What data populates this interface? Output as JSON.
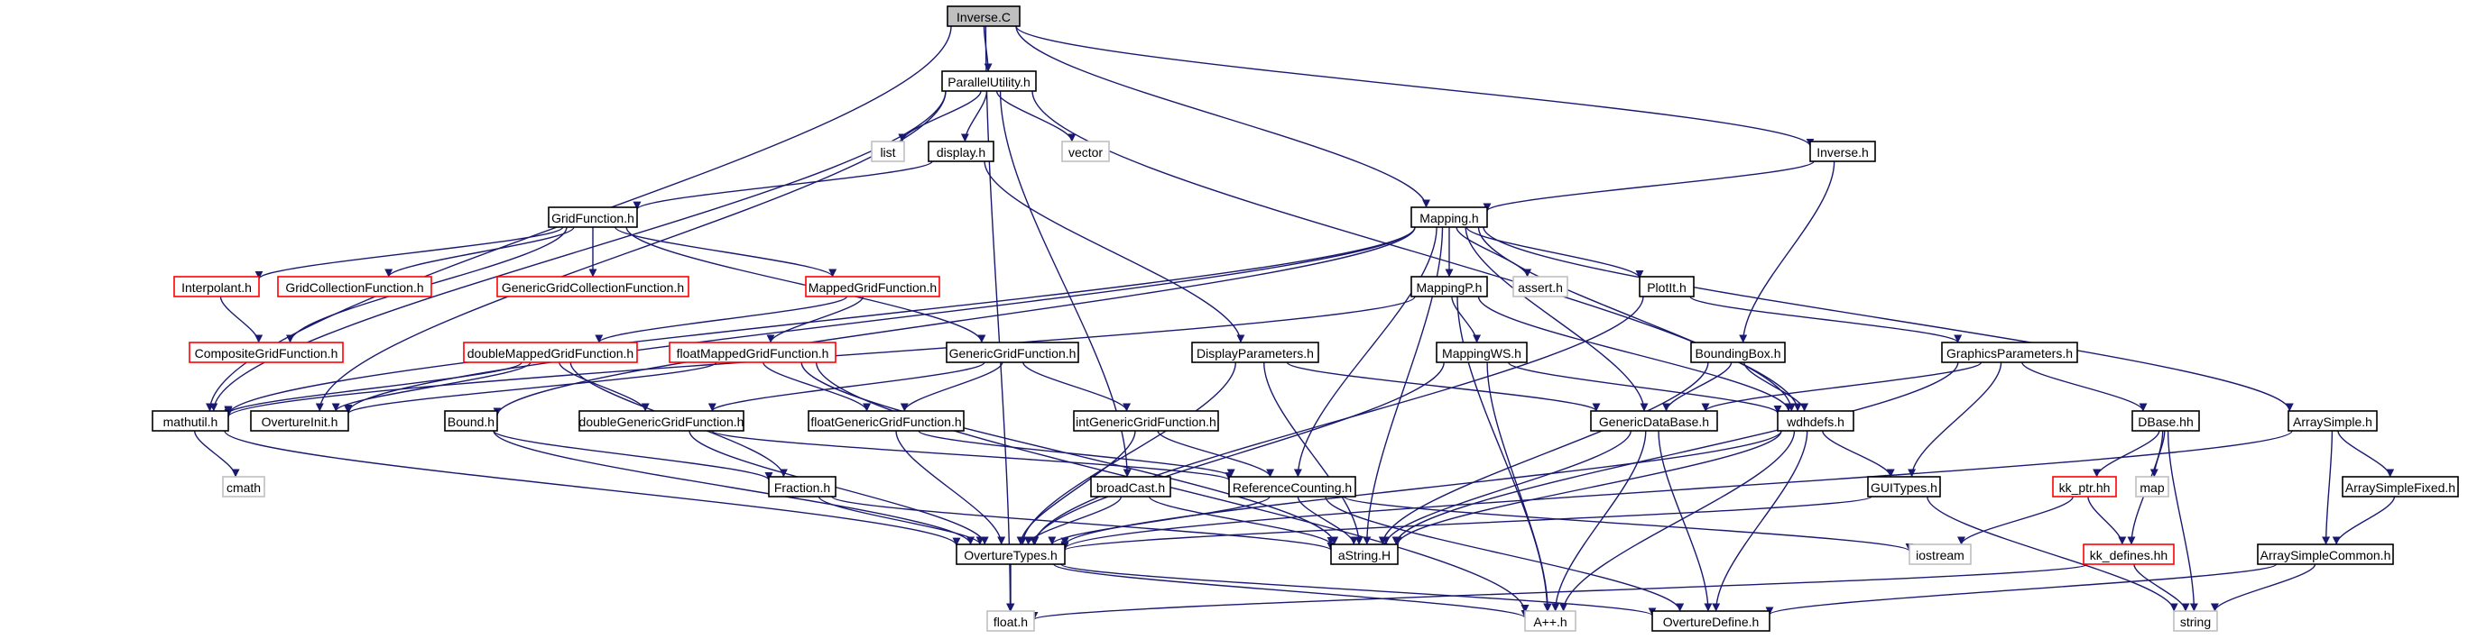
{
  "colors": {
    "edge": "#191970",
    "border_normal": "#000000",
    "border_truncated": "#ff0000",
    "border_system": "#bfbfbf",
    "root_fill": "#bfbfbf",
    "node_fill": "#ffffff"
  },
  "nodes": [
    {
      "id": "inverse_c",
      "label": "Inverse.C",
      "kind": "root"
    },
    {
      "id": "parallelutility_h",
      "label": "ParallelUtility.h",
      "kind": "normal"
    },
    {
      "id": "list",
      "label": "list",
      "kind": "system"
    },
    {
      "id": "display_h",
      "label": "display.h",
      "kind": "normal"
    },
    {
      "id": "vector",
      "label": "vector",
      "kind": "system"
    },
    {
      "id": "inverse_h",
      "label": "Inverse.h",
      "kind": "normal"
    },
    {
      "id": "gridfunction_h",
      "label": "GridFunction.h",
      "kind": "normal"
    },
    {
      "id": "mapping_h",
      "label": "Mapping.h",
      "kind": "normal"
    },
    {
      "id": "interpolant_h",
      "label": "Interpolant.h",
      "kind": "truncated"
    },
    {
      "id": "gridcollectionfunction_h",
      "label": "GridCollectionFunction.h",
      "kind": "truncated"
    },
    {
      "id": "genericgridcollectionfunction_h",
      "label": "GenericGridCollectionFunction.h",
      "kind": "truncated"
    },
    {
      "id": "mappedgridfunction_h",
      "label": "MappedGridFunction.h",
      "kind": "truncated"
    },
    {
      "id": "mappingp_h",
      "label": "MappingP.h",
      "kind": "normal"
    },
    {
      "id": "assert_h",
      "label": "assert.h",
      "kind": "system"
    },
    {
      "id": "plotit_h",
      "label": "PlotIt.h",
      "kind": "normal"
    },
    {
      "id": "compositegridfunction_h",
      "label": "CompositeGridFunction.h",
      "kind": "truncated"
    },
    {
      "id": "doublemappedgridfunction_h",
      "label": "doubleMappedGridFunction.h",
      "kind": "truncated"
    },
    {
      "id": "floatmappedgridfunction_h",
      "label": "floatMappedGridFunction.h",
      "kind": "truncated"
    },
    {
      "id": "genericgridfunction_h",
      "label": "GenericGridFunction.h",
      "kind": "normal"
    },
    {
      "id": "displayparameters_h",
      "label": "DisplayParameters.h",
      "kind": "normal"
    },
    {
      "id": "mappingws_h",
      "label": "MappingWS.h",
      "kind": "normal"
    },
    {
      "id": "boundingbox_h",
      "label": "BoundingBox.h",
      "kind": "normal"
    },
    {
      "id": "graphicsparameters_h",
      "label": "GraphicsParameters.h",
      "kind": "normal"
    },
    {
      "id": "mathutil_h",
      "label": "mathutil.h",
      "kind": "normal"
    },
    {
      "id": "overtureinit_h",
      "label": "OvertureInit.h",
      "kind": "normal"
    },
    {
      "id": "bound_h",
      "label": "Bound.h",
      "kind": "normal"
    },
    {
      "id": "doublegenericgridfunction_h",
      "label": "doubleGenericGridFunction.h",
      "kind": "normal"
    },
    {
      "id": "floatgenericgridfunction_h",
      "label": "floatGenericGridFunction.h",
      "kind": "normal"
    },
    {
      "id": "intgenericgridfunction_h",
      "label": "intGenericGridFunction.h",
      "kind": "normal"
    },
    {
      "id": "genericdatabase_h",
      "label": "GenericDataBase.h",
      "kind": "normal"
    },
    {
      "id": "wdhdefs_h",
      "label": "wdhdefs.h",
      "kind": "normal"
    },
    {
      "id": "dbase_hh",
      "label": "DBase.hh",
      "kind": "normal"
    },
    {
      "id": "arraysimple_h",
      "label": "ArraySimple.h",
      "kind": "normal"
    },
    {
      "id": "cmath",
      "label": "cmath",
      "kind": "system"
    },
    {
      "id": "fraction_h",
      "label": "Fraction.h",
      "kind": "normal"
    },
    {
      "id": "broadcast_h",
      "label": "broadCast.h",
      "kind": "normal"
    },
    {
      "id": "referencecounting_h",
      "label": "ReferenceCounting.h",
      "kind": "normal"
    },
    {
      "id": "guitypes_h",
      "label": "GUITypes.h",
      "kind": "normal"
    },
    {
      "id": "kk_ptr_hh",
      "label": "kk_ptr.hh",
      "kind": "truncated"
    },
    {
      "id": "map",
      "label": "map",
      "kind": "system"
    },
    {
      "id": "arraysimplefixed_h",
      "label": "ArraySimpleFixed.h",
      "kind": "normal"
    },
    {
      "id": "overturetypes_h",
      "label": "OvertureTypes.h",
      "kind": "normal"
    },
    {
      "id": "astring_h",
      "label": "aString.H",
      "kind": "normal"
    },
    {
      "id": "iostream",
      "label": "iostream",
      "kind": "system"
    },
    {
      "id": "kk_defines_hh",
      "label": "kk_defines.hh",
      "kind": "truncated"
    },
    {
      "id": "arraysimplecommon_h",
      "label": "ArraySimpleCommon.h",
      "kind": "normal"
    },
    {
      "id": "float_h",
      "label": "float.h",
      "kind": "system"
    },
    {
      "id": "aplusplus_h",
      "label": "A++.h",
      "kind": "system"
    },
    {
      "id": "overturedefine_h",
      "label": "OvertureDefine.h",
      "kind": "normal"
    },
    {
      "id": "string",
      "label": "string",
      "kind": "system"
    }
  ],
  "edges": [
    [
      "inverse_c",
      "parallelutility_h"
    ],
    [
      "inverse_c",
      "inverse_h"
    ],
    [
      "inverse_c",
      "mapping_h"
    ],
    [
      "inverse_c",
      "mathutil_h"
    ],
    [
      "inverse_c",
      "float_h"
    ],
    [
      "parallelutility_h",
      "list"
    ],
    [
      "parallelutility_h",
      "display_h"
    ],
    [
      "parallelutility_h",
      "vector"
    ],
    [
      "parallelutility_h",
      "mathutil_h"
    ],
    [
      "parallelutility_h",
      "overtureinit_h"
    ],
    [
      "parallelutility_h",
      "broadcast_h"
    ],
    [
      "parallelutility_h",
      "wdhdefs_h"
    ],
    [
      "display_h",
      "gridfunction_h"
    ],
    [
      "display_h",
      "displayparameters_h"
    ],
    [
      "inverse_h",
      "mapping_h"
    ],
    [
      "inverse_h",
      "boundingbox_h"
    ],
    [
      "gridfunction_h",
      "interpolant_h"
    ],
    [
      "gridfunction_h",
      "gridcollectionfunction_h"
    ],
    [
      "gridfunction_h",
      "genericgridcollectionfunction_h"
    ],
    [
      "gridfunction_h",
      "mappedgridfunction_h"
    ],
    [
      "gridfunction_h",
      "compositegridfunction_h"
    ],
    [
      "gridfunction_h",
      "genericgridfunction_h"
    ],
    [
      "mapping_h",
      "mappingp_h"
    ],
    [
      "mapping_h",
      "assert_h"
    ],
    [
      "mapping_h",
      "plotit_h"
    ],
    [
      "mapping_h",
      "mathutil_h"
    ],
    [
      "mapping_h",
      "overtureinit_h"
    ],
    [
      "mapping_h",
      "bound_h"
    ],
    [
      "mapping_h",
      "genericdatabase_h"
    ],
    [
      "mapping_h",
      "wdhdefs_h"
    ],
    [
      "mapping_h",
      "arraysimple_h"
    ],
    [
      "mapping_h",
      "referencecounting_h"
    ],
    [
      "mapping_h",
      "astring_h"
    ],
    [
      "interpolant_h",
      "compositegridfunction_h"
    ],
    [
      "mappedgridfunction_h",
      "doublemappedgridfunction_h"
    ],
    [
      "mappedgridfunction_h",
      "floatmappedgridfunction_h"
    ],
    [
      "mappingp_h",
      "mappingws_h"
    ],
    [
      "mappingp_h",
      "wdhdefs_h"
    ],
    [
      "mappingp_h",
      "mathutil_h"
    ],
    [
      "mappingp_h",
      "aplusplus_h"
    ],
    [
      "plotit_h",
      "graphicsparameters_h"
    ],
    [
      "plotit_h",
      "overturetypes_h"
    ],
    [
      "doublemappedgridfunction_h",
      "doublegenericgridfunction_h"
    ],
    [
      "doublemappedgridfunction_h",
      "overtureinit_h"
    ],
    [
      "doublemappedgridfunction_h",
      "mathutil_h"
    ],
    [
      "doublemappedgridfunction_h",
      "fraction_h"
    ],
    [
      "floatmappedgridfunction_h",
      "floatgenericgridfunction_h"
    ],
    [
      "floatmappedgridfunction_h",
      "overtureinit_h"
    ],
    [
      "floatmappedgridfunction_h",
      "astring_h"
    ],
    [
      "floatmappedgridfunction_h",
      "aplusplus_h"
    ],
    [
      "genericgridfunction_h",
      "doublegenericgridfunction_h"
    ],
    [
      "genericgridfunction_h",
      "floatgenericgridfunction_h"
    ],
    [
      "genericgridfunction_h",
      "intgenericgridfunction_h"
    ],
    [
      "displayparameters_h",
      "genericdatabase_h"
    ],
    [
      "displayparameters_h",
      "astring_h"
    ],
    [
      "displayparameters_h",
      "overturetypes_h"
    ],
    [
      "mappingws_h",
      "wdhdefs_h"
    ],
    [
      "mappingws_h",
      "overturetypes_h"
    ],
    [
      "mappingws_h",
      "aplusplus_h"
    ],
    [
      "boundingbox_h",
      "genericdatabase_h"
    ],
    [
      "boundingbox_h",
      "wdhdefs_h"
    ],
    [
      "boundingbox_h",
      "astring_h"
    ],
    [
      "graphicsparameters_h",
      "dbase_hh"
    ],
    [
      "graphicsparameters_h",
      "guitypes_h"
    ],
    [
      "graphicsparameters_h",
      "genericdatabase_h"
    ],
    [
      "graphicsparameters_h",
      "astring_h"
    ],
    [
      "mathutil_h",
      "cmath"
    ],
    [
      "mathutil_h",
      "overturetypes_h"
    ],
    [
      "bound_h",
      "fraction_h"
    ],
    [
      "bound_h",
      "overturetypes_h"
    ],
    [
      "doublegenericgridfunction_h",
      "referencecounting_h"
    ],
    [
      "doublegenericgridfunction_h",
      "overturetypes_h"
    ],
    [
      "floatgenericgridfunction_h",
      "referencecounting_h"
    ],
    [
      "floatgenericgridfunction_h",
      "overturetypes_h"
    ],
    [
      "intgenericgridfunction_h",
      "referencecounting_h"
    ],
    [
      "intgenericgridfunction_h",
      "overturetypes_h"
    ],
    [
      "genericdatabase_h",
      "astring_h"
    ],
    [
      "genericdatabase_h",
      "aplusplus_h"
    ],
    [
      "genericdatabase_h",
      "overturedefine_h"
    ],
    [
      "wdhdefs_h",
      "guitypes_h"
    ],
    [
      "wdhdefs_h",
      "astring_h"
    ],
    [
      "wdhdefs_h",
      "aplusplus_h"
    ],
    [
      "wdhdefs_h",
      "overturedefine_h"
    ],
    [
      "wdhdefs_h",
      "overturetypes_h"
    ],
    [
      "dbase_hh",
      "kk_ptr_hh"
    ],
    [
      "dbase_hh",
      "map"
    ],
    [
      "dbase_hh",
      "kk_defines_hh"
    ],
    [
      "dbase_hh",
      "string"
    ],
    [
      "arraysimple_h",
      "arraysimplefixed_h"
    ],
    [
      "arraysimple_h",
      "arraysimplecommon_h"
    ],
    [
      "arraysimple_h",
      "overturetypes_h"
    ],
    [
      "fraction_h",
      "overturetypes_h"
    ],
    [
      "fraction_h",
      "astring_h"
    ],
    [
      "broadcast_h",
      "overturetypes_h"
    ],
    [
      "broadcast_h",
      "astring_h"
    ],
    [
      "referencecounting_h",
      "overturetypes_h"
    ],
    [
      "referencecounting_h",
      "astring_h"
    ],
    [
      "referencecounting_h",
      "iostream"
    ],
    [
      "referencecounting_h",
      "overturedefine_h"
    ],
    [
      "guitypes_h",
      "overturetypes_h"
    ],
    [
      "guitypes_h",
      "string"
    ],
    [
      "kk_ptr_hh",
      "kk_defines_hh"
    ],
    [
      "kk_ptr_hh",
      "iostream"
    ],
    [
      "kk_defines_hh",
      "string"
    ],
    [
      "kk_defines_hh",
      "float_h"
    ],
    [
      "arraysimplefixed_h",
      "arraysimplecommon_h"
    ],
    [
      "arraysimplecommon_h",
      "string"
    ],
    [
      "arraysimplecommon_h",
      "overturedefine_h"
    ],
    [
      "overturetypes_h",
      "float_h"
    ],
    [
      "overturetypes_h",
      "aplusplus_h"
    ],
    [
      "overturetypes_h",
      "overturedefine_h"
    ]
  ]
}
